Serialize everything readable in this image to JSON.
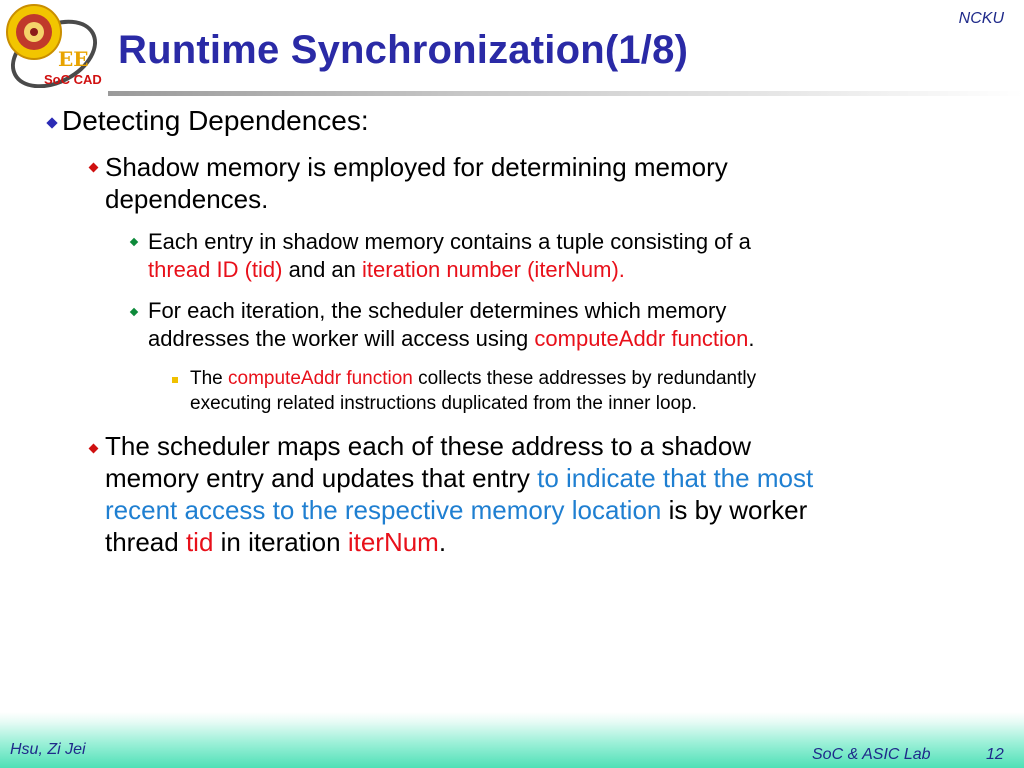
{
  "header": {
    "org": "NCKU",
    "title": "Runtime Synchronization(1/8)",
    "logo_text": "EE",
    "logo_caption": "SoC CAD"
  },
  "body": {
    "b1": "Detecting Dependences:",
    "b1_1": {
      "line1": "Shadow memory is employed for determining memory",
      "line2": "dependences."
    },
    "b1_1_1": {
      "line1": "Each entry in shadow memory contains a tuple consisting of a",
      "r1": "thread ID (tid)",
      "t2": " and an ",
      "r2": "iteration number (iterNum)."
    },
    "b1_1_2": {
      "line1": "For each iteration, the scheduler determines which memory",
      "t1": "addresses the worker will access using ",
      "r1": "computeAddr function",
      "t2": "."
    },
    "b1_1_2_1": {
      "t1": "The ",
      "r1": "computeAddr function",
      "t2": " collects these addresses by redundantly",
      "line2": "executing related instructions duplicated from the inner loop."
    },
    "b1_2": {
      "line1": "The scheduler maps each of these address to a shadow",
      "t2": "memory entry and updates that entry ",
      "bl1": "to indicate that the most",
      "bl2": "recent access to the respective memory location",
      "t3": " is by worker",
      "t4": "thread ",
      "r1": "tid",
      "t5": " in iteration ",
      "r2": "iterNum",
      "t6": "."
    }
  },
  "footer": {
    "author": "Hsu, Zi Jei",
    "lab": "SoC & ASIC Lab",
    "page": "12"
  }
}
